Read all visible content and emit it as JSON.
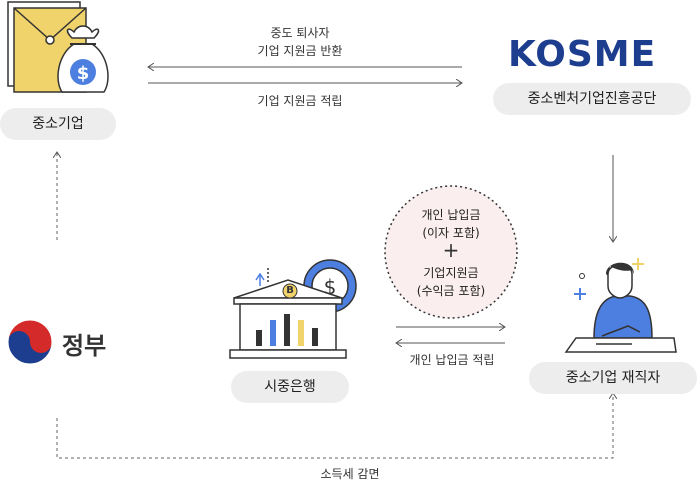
{
  "nodes": {
    "sme": {
      "label": "중소기업"
    },
    "kosme": {
      "logo_text": "KOSME",
      "label": "중소벤처기업진흥공단"
    },
    "government": {
      "label": "정부"
    },
    "bank": {
      "label": "시중은행",
      "badge": "B"
    },
    "employee": {
      "label": "중소기업 재직자"
    }
  },
  "flows": {
    "refund_line1": "중도 퇴사자",
    "refund_line2": "기업 지원금 반환",
    "accumulate": "기업 지원금 적립",
    "personal_deposit": "개인 납입금 적립",
    "tax": "소득세 감면"
  },
  "circle": {
    "line1": "개인 납입금",
    "line2": "(이자 포함)",
    "plus": "+",
    "line3": "기업지원금",
    "line4": "(수익금 포함)"
  },
  "colors": {
    "brand_blue": "#1d3e8e",
    "accent_red": "#d42a2a",
    "envelope_yellow": "#f0d36a",
    "coin_blue": "#4c7fe0",
    "pill_gray": "#ededed"
  }
}
